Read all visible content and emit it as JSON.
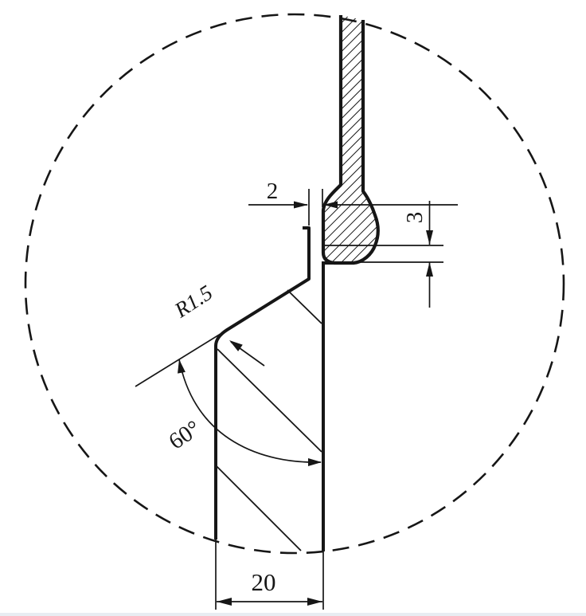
{
  "drawing": {
    "description": "Sectional detail view (dashed circle boundary) of a tube with sealing bead seated in a stepped shell neck",
    "background": "#ffffff",
    "line_color": "#161616",
    "footer_band_color": "#e8edf2",
    "dimensions": {
      "wall_thickness": {
        "text": "2"
      },
      "bead_height": {
        "text": "3"
      },
      "fillet_radius": {
        "text": "R1.5"
      },
      "taper_angle": {
        "text": "60°"
      },
      "overall_width": {
        "text": "20"
      }
    }
  }
}
